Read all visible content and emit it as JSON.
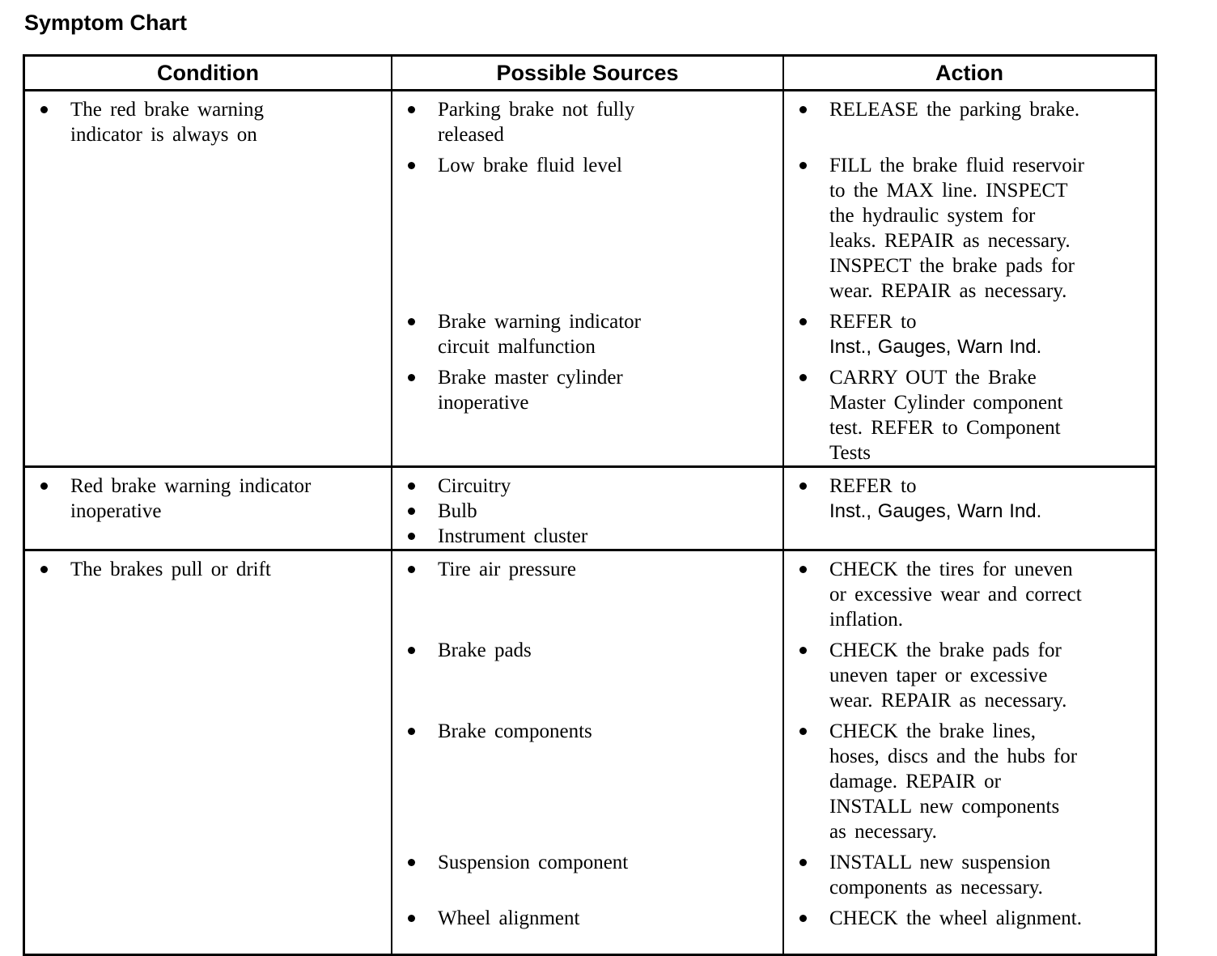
{
  "page_title": "Symptom Chart",
  "colors": {
    "text": "#000000",
    "background": "#ffffff",
    "border": "#000000"
  },
  "table": {
    "headers": [
      "Condition",
      "Possible Sources",
      "Action"
    ],
    "rows": [
      {
        "condition": "The red brake warning\nindicator is always on",
        "groups": [
          {
            "sources": [
              "Parking brake not fully\nreleased"
            ],
            "actions": [
              {
                "text": "RELEASE the parking brake."
              }
            ]
          },
          {
            "sources": [
              "Low brake fluid level"
            ],
            "actions": [
              {
                "text": "FILL the brake fluid reservoir\nto the MAX line. INSPECT\nthe hydraulic system for\nleaks. REPAIR as necessary.\nINSPECT the brake pads for\nwear. REPAIR as necessary."
              }
            ]
          },
          {
            "sources": [
              "Brake warning indicator\ncircuit malfunction"
            ],
            "actions": [
              {
                "text": "REFER to",
                "ref": "Inst., Gauges, Warn Ind."
              }
            ]
          },
          {
            "sources": [
              "Brake master cylinder\ninoperative"
            ],
            "actions": [
              {
                "text": "CARRY OUT the Brake\nMaster Cylinder component\ntest. REFER to Component\nTests"
              }
            ]
          }
        ]
      },
      {
        "condition": "Red brake warning indicator\ninoperative",
        "groups": [
          {
            "sources": [
              "Circuitry",
              "Bulb",
              "Instrument cluster"
            ],
            "actions": [
              {
                "text": "REFER to",
                "ref": "Inst., Gauges, Warn Ind."
              }
            ]
          }
        ]
      },
      {
        "condition": "The brakes pull or drift",
        "groups": [
          {
            "sources": [
              "Tire air pressure"
            ],
            "actions": [
              {
                "text": "CHECK the tires for uneven\nor excessive wear and correct\ninflation."
              }
            ]
          },
          {
            "sources": [
              "Brake pads"
            ],
            "actions": [
              {
                "text": "CHECK the brake pads for\nuneven taper or excessive\nwear. REPAIR as necessary."
              }
            ]
          },
          {
            "sources": [
              "Brake components"
            ],
            "actions": [
              {
                "text": "CHECK the brake lines,\nhoses, discs and the hubs for\ndamage. REPAIR or\nINSTALL new components\nas necessary."
              }
            ]
          },
          {
            "sources": [
              "Suspension component"
            ],
            "actions": [
              {
                "text": "INSTALL new suspension\ncomponents as necessary."
              }
            ]
          },
          {
            "sources": [
              "Wheel alignment"
            ],
            "actions": [
              {
                "text": "CHECK the wheel alignment."
              }
            ]
          }
        ]
      }
    ]
  }
}
